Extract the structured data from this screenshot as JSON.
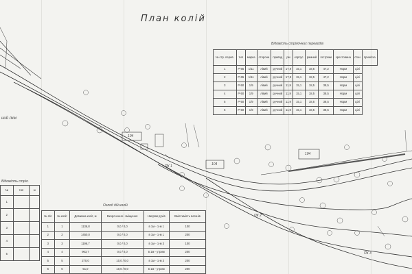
{
  "title": "План колій",
  "switch_table": {
    "caption": "Відомість стрілочних переводів",
    "columns": [
      "№ стр. перев.",
      "тип",
      "марка",
      "сторона",
      "привод",
      "рм",
      "корпус",
      "рамний",
      "гостряки",
      "хрестовина",
      "стан",
      "примітка"
    ],
    "rows": [
      [
        "1",
        "P-65",
        "1/11",
        "лівий",
        "ручний",
        "17,9",
        "15,1",
        "18,5",
        "47,2",
        "Норм",
        "цілі"
      ],
      [
        "2",
        "P-65",
        "1/11",
        "лівий",
        "ручний",
        "17,9",
        "15,1",
        "18,5",
        "47,2",
        "Норм",
        "цілі"
      ],
      [
        "3",
        "P-50",
        "1/9",
        "лівий",
        "ручний",
        "11,9",
        "15,1",
        "18,5",
        "38,5",
        "Норм",
        "цілі"
      ],
      [
        "4",
        "P-50",
        "1/9",
        "лівий",
        "ручний",
        "11,9",
        "15,1",
        "18,5",
        "38,5",
        "Норм",
        "цілі"
      ],
      [
        "5",
        "P-50",
        "1/9",
        "лівий",
        "ручний",
        "11,9",
        "15,1",
        "18,5",
        "38,5",
        "Норм",
        "цілі"
      ],
      [
        "6",
        "P-50",
        "1/9",
        "лівий",
        "ручний",
        "11,9",
        "15,1",
        "18,5",
        "38,5",
        "Норм",
        "цілі"
      ]
    ]
  },
  "track_table": {
    "caption": "Огляд дій колій",
    "columns": [
      "№ п/п",
      "№ колії",
      "Довжина колії, м",
      "Вкорочення і зміщення",
      "Напрям рухів",
      "Вмістимість вагонів"
    ],
    "rows": [
      [
        "1",
        "1",
        "1136,8",
        "0,0 / 0,0",
        "в 1м - 1-м 1",
        "100"
      ],
      [
        "2",
        "2",
        "1450,0",
        "0,0 / 0,0",
        "в 1м - 1-м 1",
        "200"
      ],
      [
        "3",
        "3",
        "1196,7",
        "0,0 / 0,0",
        "в 1м - 1-м 3",
        "100"
      ],
      [
        "4",
        "4",
        "963,7",
        "0,0 / 0,0",
        "в 1м - утрим",
        "200"
      ],
      [
        "5",
        "5",
        "270,0",
        "10,0 / 0,0",
        "в 1м - 1-м 3",
        "200"
      ],
      [
        "6",
        "6",
        "51,0",
        "10,0 / 0,0",
        "в 1м - утрим",
        "200"
      ]
    ]
  },
  "left_table": {
    "caption": "Відомість стріл.",
    "columns": [
      "№",
      "тип",
      "м"
    ],
    "rows": [
      [
        "1",
        "",
        ""
      ],
      [
        "2",
        "",
        ""
      ],
      [
        "3",
        "",
        ""
      ],
      [
        "4",
        "",
        ""
      ],
      [
        "5",
        "",
        ""
      ]
    ]
  },
  "plan_labels": {
    "left_note": "ний лкм",
    "switch_1": "ПК 1",
    "switch_2": "ПК 2",
    "switch_3": "ПК 3",
    "building_1": "104",
    "building_2": "104",
    "building_3": "104"
  },
  "colors": {
    "line": "#333333",
    "paper": "#f3f3f0"
  }
}
